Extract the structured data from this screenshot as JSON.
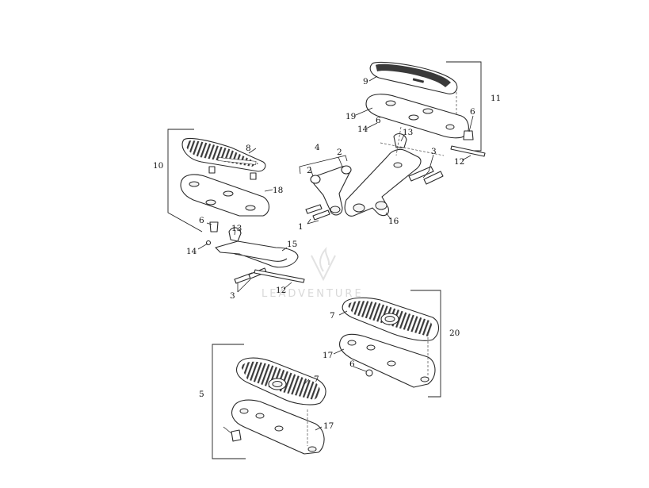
{
  "watermark": {
    "text": "LEADVENTURE",
    "icon": "flame-v-logo-icon"
  },
  "callouts": {
    "c1": "1",
    "c2a": "2",
    "c2b": "2",
    "c3a": "3",
    "c3b": "3",
    "c4": "4",
    "c5": "5",
    "c6a": "6",
    "c6b": "6",
    "c6c": "6",
    "c6d": "6",
    "c7a": "7",
    "c7b": "7",
    "c8": "8",
    "c9": "9",
    "c10": "10",
    "c11": "11",
    "c12a": "12",
    "c12b": "12",
    "c13a": "13",
    "c13b": "13",
    "c14a": "14",
    "c14b": "14",
    "c15": "15",
    "c16": "16",
    "c17a": "17",
    "c17b": "17",
    "c18": "18",
    "c19": "19",
    "c20": "20"
  }
}
